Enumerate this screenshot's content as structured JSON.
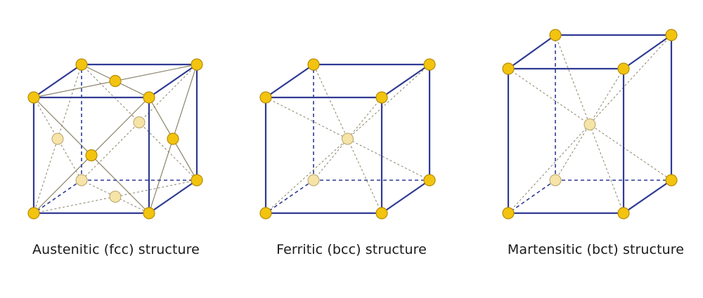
{
  "captions": {
    "fcc": "Austenitic (fcc) structure",
    "bcc": "Ferritic (bcc) structure",
    "bct": "Martensitic (bct) structure"
  },
  "colors": {
    "edge": "#2f3a93",
    "hidden_edge": "#2f3a93",
    "diagonal": "#8a8468",
    "front_atom": "#f2c40f",
    "front_atom_stroke": "#b88c00",
    "back_atom": "#f6e3a8",
    "back_atom_stroke": "#b8a46a"
  }
}
